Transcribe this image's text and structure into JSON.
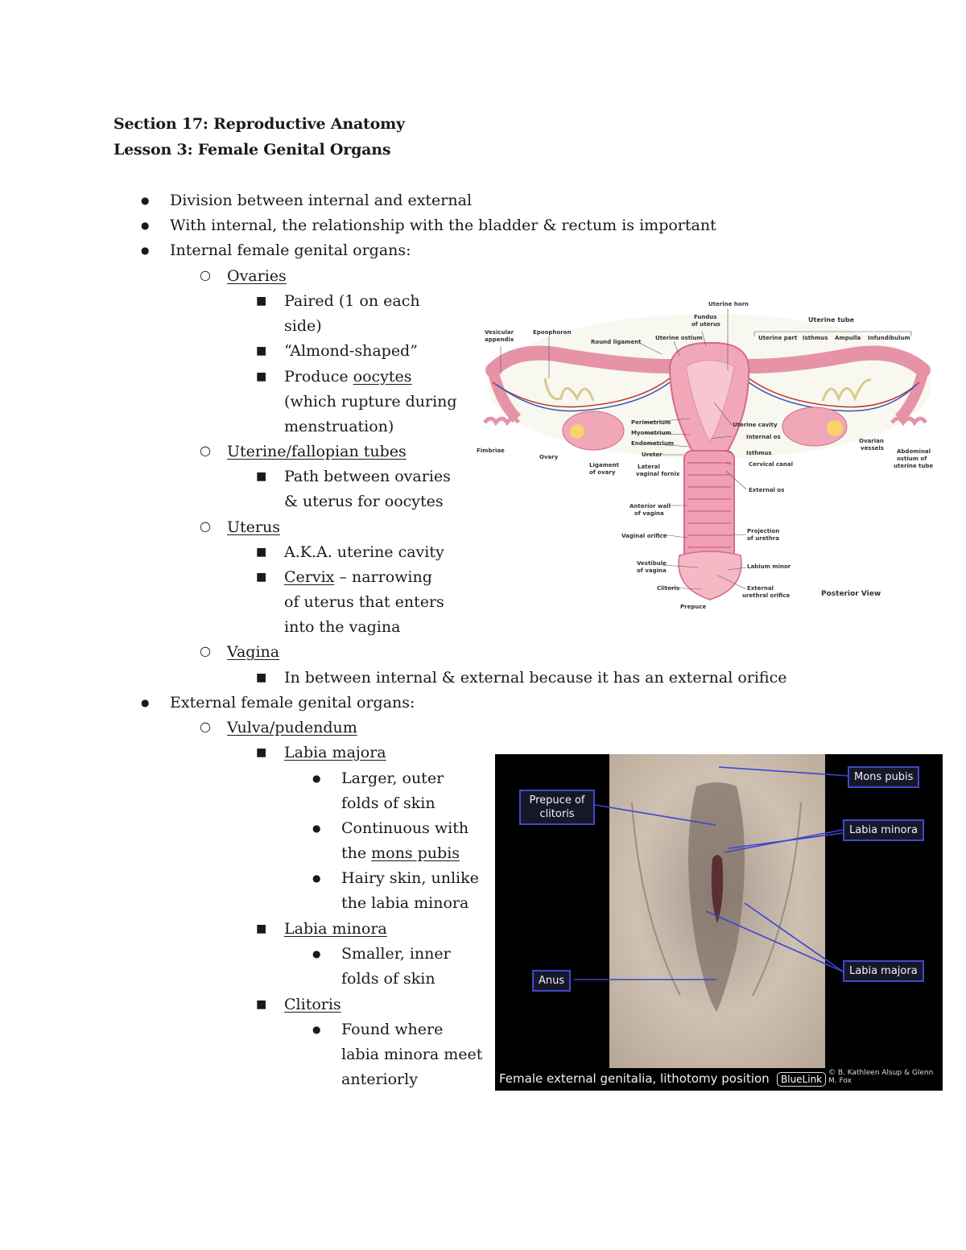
{
  "header": {
    "section": "Section 17: Reproductive Anatomy",
    "lesson": "Lesson 3: Female Genital Organs"
  },
  "notes": {
    "l1": "Division between internal and external",
    "l2": "With internal, the relationship with the bladder & rectum is important",
    "l3": "Internal female genital organs:",
    "ovaries": "Ovaries",
    "paired_a": "Paired (1 on each",
    "paired_b": "side)",
    "almond": "“Almond-shaped”",
    "produce": "Produce ",
    "oocytes": "oocytes",
    "rupture_a": "(which rupture during",
    "rupture_b": "menstruation)",
    "tubes": "Uterine/fallopian tubes",
    "path_a": "Path between ovaries",
    "path_b": "& uterus for oocytes",
    "uterus": "Uterus",
    "aka": "A.K.A. uterine cavity",
    "cervix": "Cervix",
    "cervix_a": " – narrowing",
    "cervix_b": "of uterus that enters",
    "cervix_c": "into the vagina",
    "vagina": "Vagina",
    "vagina_note": "In between internal & external because it has an external orifice",
    "external": "External female genital organs:",
    "vulva": "Vulva/pudendum",
    "labia_majora": "Labia majora",
    "larger_a": "Larger, outer",
    "larger_b": "folds of skin",
    "cont_a": "Continuous with",
    "cont_b": "the ",
    "mons": "mons pubis",
    "hairy_a": "Hairy skin, unlike",
    "hairy_b": "the labia minora",
    "labia_minora": "Labia minora",
    "smaller_a": "Smaller, inner",
    "smaller_b": "folds of skin",
    "clitoris": "Clitoris",
    "found_a": "Found where",
    "found_b": "labia minora meet",
    "found_c": "anteriorly"
  },
  "figure1": {
    "uterine_horn": "Uterine horn",
    "fundus_a": "Fundus",
    "fundus_b": "of uterus",
    "uterine_tube": "Uterine tube",
    "vesicular_a": "Vesicular",
    "vesicular_b": "appendix",
    "epoophoron": "Epoophoron",
    "round_lig": "Round ligament",
    "ut_ostium": "Uterine ostium",
    "ut_part": "Uterine part",
    "isthmus": "Isthmus",
    "ampulla": "Ampulla",
    "infundibulum": "Infundibulum",
    "perimetrium": "Perimetrium",
    "myometrium": "Myometrium",
    "endometrium": "Endometrium",
    "ureter": "Ureter",
    "lat_fornix_a": "Lateral",
    "lat_fornix_b": "vaginal fornix",
    "ut_cavity": "Uterine cavity",
    "internal_os": "Internal os",
    "isthmus2": "Isthmus",
    "cervical_canal": "Cervical canal",
    "external_os": "External os",
    "fimbriae": "Fimbriae",
    "ovary": "Ovary",
    "lig_ovary_a": "Ligament",
    "lig_ovary_b": "of ovary",
    "ovarian_a": "Ovarian",
    "ovarian_b": "vessels",
    "abd_a": "Abdominal",
    "abd_b": "ostium of",
    "abd_c": "uterine tube",
    "ant_wall_a": "Anterior wall",
    "ant_wall_b": "of vagina",
    "vag_orifice": "Vaginal orifice",
    "projection_a": "Projection",
    "projection_b": "of urethra",
    "vestibule_a": "Vestibule",
    "vestibule_b": "of vagina",
    "labium_minor": "Labium minor",
    "clitoris": "Clitoris",
    "ext_ureth_a": "External",
    "ext_ureth_b": "urethral orifice",
    "prepuce": "Prepuce",
    "view": "Posterior View"
  },
  "figure2": {
    "mons": "Mons pubis",
    "prepuce_a": "Prepuce of",
    "prepuce_b": "clitoris",
    "minora": "Labia minora",
    "majora": "Labia majora",
    "anus": "Anus",
    "caption": "Female external genitalia, lithotomy position",
    "brand": "BlueLink",
    "credit": "© B. Kathleen Alsup & Glenn M. Fox"
  }
}
